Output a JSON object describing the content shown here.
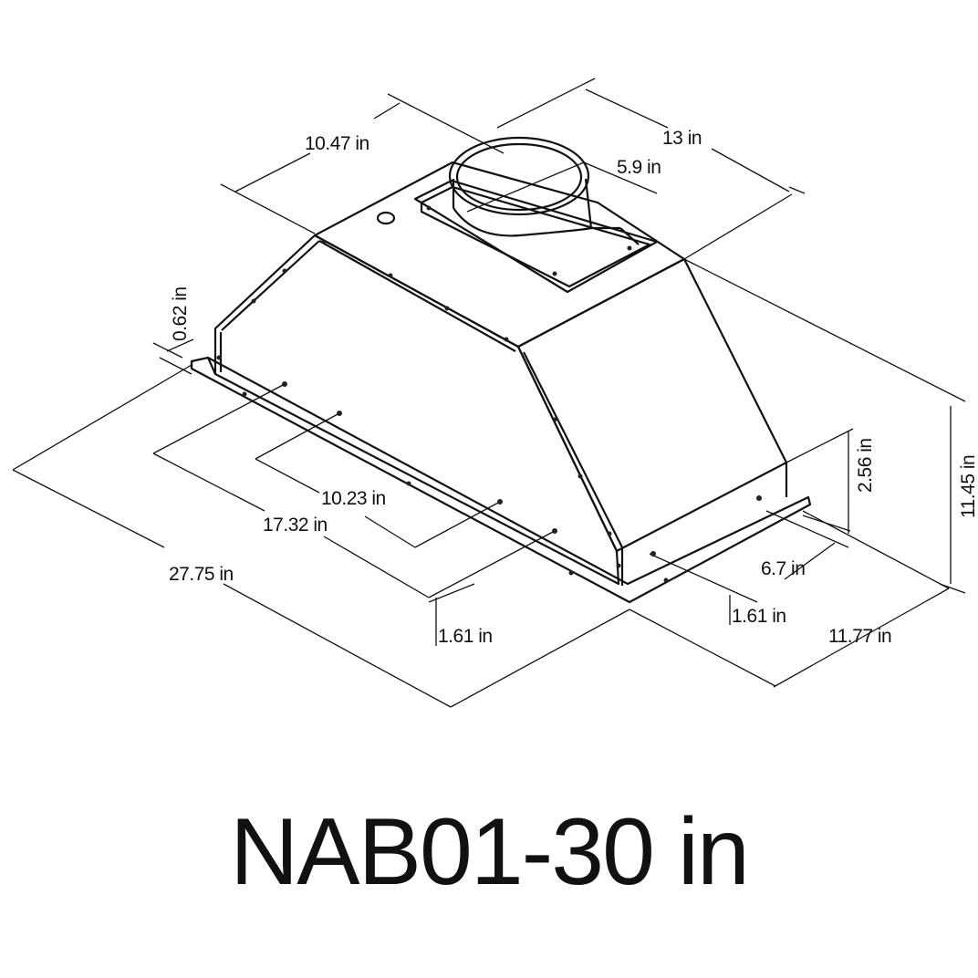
{
  "title": "NAB01-30 in",
  "dimensions": {
    "top_depth": "10.47 in",
    "top_width": "13 in",
    "duct_diameter": "5.9 in",
    "flange_height": "0.62 in",
    "inner_width": "10.23 in",
    "mid_width": "17.32 in",
    "total_width": "27.75 in",
    "left_offset": "1.61 in",
    "side_height": "2.56 in",
    "total_height": "11.45 in",
    "side_depth": "6.7 in",
    "right_offset": "1.61 in",
    "total_depth": "11.77 in"
  },
  "colors": {
    "ink": "#111111",
    "background": "#ffffff"
  }
}
